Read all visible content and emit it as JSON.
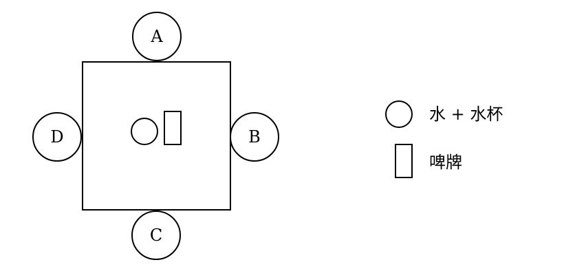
{
  "diagram": {
    "seats": {
      "a": "A",
      "b": "B",
      "c": "C",
      "d": "D"
    },
    "legend": {
      "water_label": "水 + 水杯",
      "sign_label": "啤牌"
    }
  },
  "colors": {
    "stroke": "#000000",
    "background": "#ffffff"
  }
}
